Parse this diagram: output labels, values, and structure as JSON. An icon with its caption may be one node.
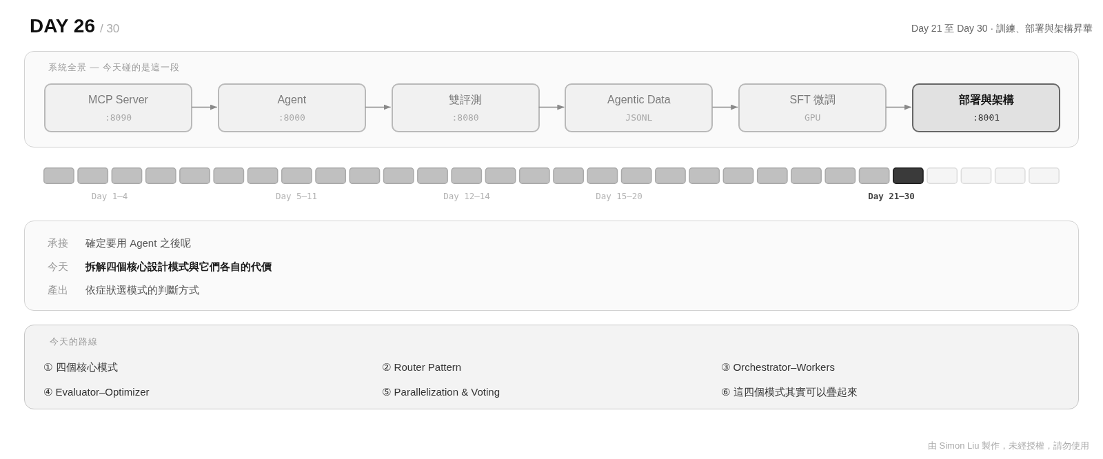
{
  "diagram": {
    "title": "DAY 26",
    "nodes": [
      {
        "text": [
          "系統全景 — 今天碰的是這一段"
        ]
      },
      {
        "text": [
          "MCP Server",
          ":8090"
        ],
        "in": 0
      },
      {
        "text": [
          "Agent",
          ":8000"
        ],
        "in": 0
      },
      {
        "text": [
          "雙評測",
          ":8080"
        ],
        "in": 0
      },
      {
        "text": [
          "Agentic Data",
          "JSONL"
        ],
        "in": 0
      },
      {
        "text": [
          "SFT 微調",
          "GPU"
        ],
        "in": 0
      },
      {
        "text": [
          "部署與架構",
          ":8001"
        ],
        "in": 0
      },
      {
        "text": [
          "承接",
          "確定要用 Agent 之後呢",
          "今天",
          "拆解四個核心設計模式與它們各自的代價",
          "產出",
          "依症狀選模式的判斷方式"
        ]
      },
      {
        "text": [
          "今天的路線",
          "① 四個核心模式",
          "② Router Pattern",
          "③ Orchestrator–Workers",
          "④ Evaluator–Optimizer",
          "⑤ Parallelization & Voting",
          "⑥ 這四個模式其實可以疊起來"
        ]
      }
    ],
    "edges": [
      {
        "from": 1,
        "to": 2,
        "arrow": "to"
      },
      {
        "from": 2,
        "to": 3,
        "arrow": "to"
      },
      {
        "from": 3,
        "to": 4,
        "arrow": "to"
      },
      {
        "from": 4,
        "to": 5,
        "arrow": "to"
      },
      {
        "from": 5,
        "to": 6,
        "arrow": "to"
      }
    ],
    "labels": [
      "/ 30",
      "Day 21 至 Day 30 · 訓練、部署與架構昇華",
      "Day 1–4",
      "Day 5–11",
      "Day 12–14",
      "Day 15–20",
      "Day 21–30",
      "由 Simon Liu 製作，未經授權，請勿使用"
    ]
  }
}
